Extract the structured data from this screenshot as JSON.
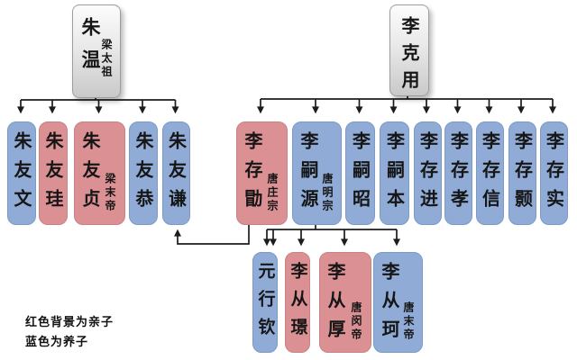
{
  "legend": {
    "red_meaning": "红色背景为亲子",
    "blue_meaning": "蓝色为养子"
  },
  "colors": {
    "parent_red": "#db9093",
    "foster_blue": "#8fabd6",
    "root_gray": "#dedede",
    "line": "#1c1c1c"
  },
  "zhu_tree": {
    "root": {
      "name": "朱温",
      "title": "梁太祖"
    },
    "children": [
      {
        "name": "朱友文",
        "relation": "foster"
      },
      {
        "name": "朱友珪",
        "relation": "parent"
      },
      {
        "name": "朱友贞",
        "title": "梁末帝",
        "relation": "parent"
      },
      {
        "name": "朱友恭",
        "relation": "foster"
      },
      {
        "name": "朱友谦",
        "relation": "foster"
      }
    ]
  },
  "li_tree": {
    "root": {
      "name": "李克用"
    },
    "children": [
      {
        "name": "李存勖",
        "title": "唐庄宗",
        "relation": "parent"
      },
      {
        "name": "李嗣源",
        "title": "唐明宗",
        "relation": "foster"
      },
      {
        "name": "李嗣昭",
        "relation": "foster"
      },
      {
        "name": "李嗣本",
        "relation": "foster"
      },
      {
        "name": "李存进",
        "relation": "foster"
      },
      {
        "name": "李存孝",
        "relation": "foster"
      },
      {
        "name": "李存信",
        "relation": "foster"
      },
      {
        "name": "李存颢",
        "relation": "foster"
      },
      {
        "name": "李存实",
        "relation": "foster"
      }
    ]
  },
  "generation3": [
    {
      "name": "元行钦",
      "relation": "foster"
    },
    {
      "name": "李从璟",
      "relation": "parent"
    },
    {
      "name": "李从厚",
      "title": "唐闵帝",
      "relation": "parent"
    },
    {
      "name": "李从珂",
      "title": "唐末帝",
      "relation": "foster"
    }
  ]
}
